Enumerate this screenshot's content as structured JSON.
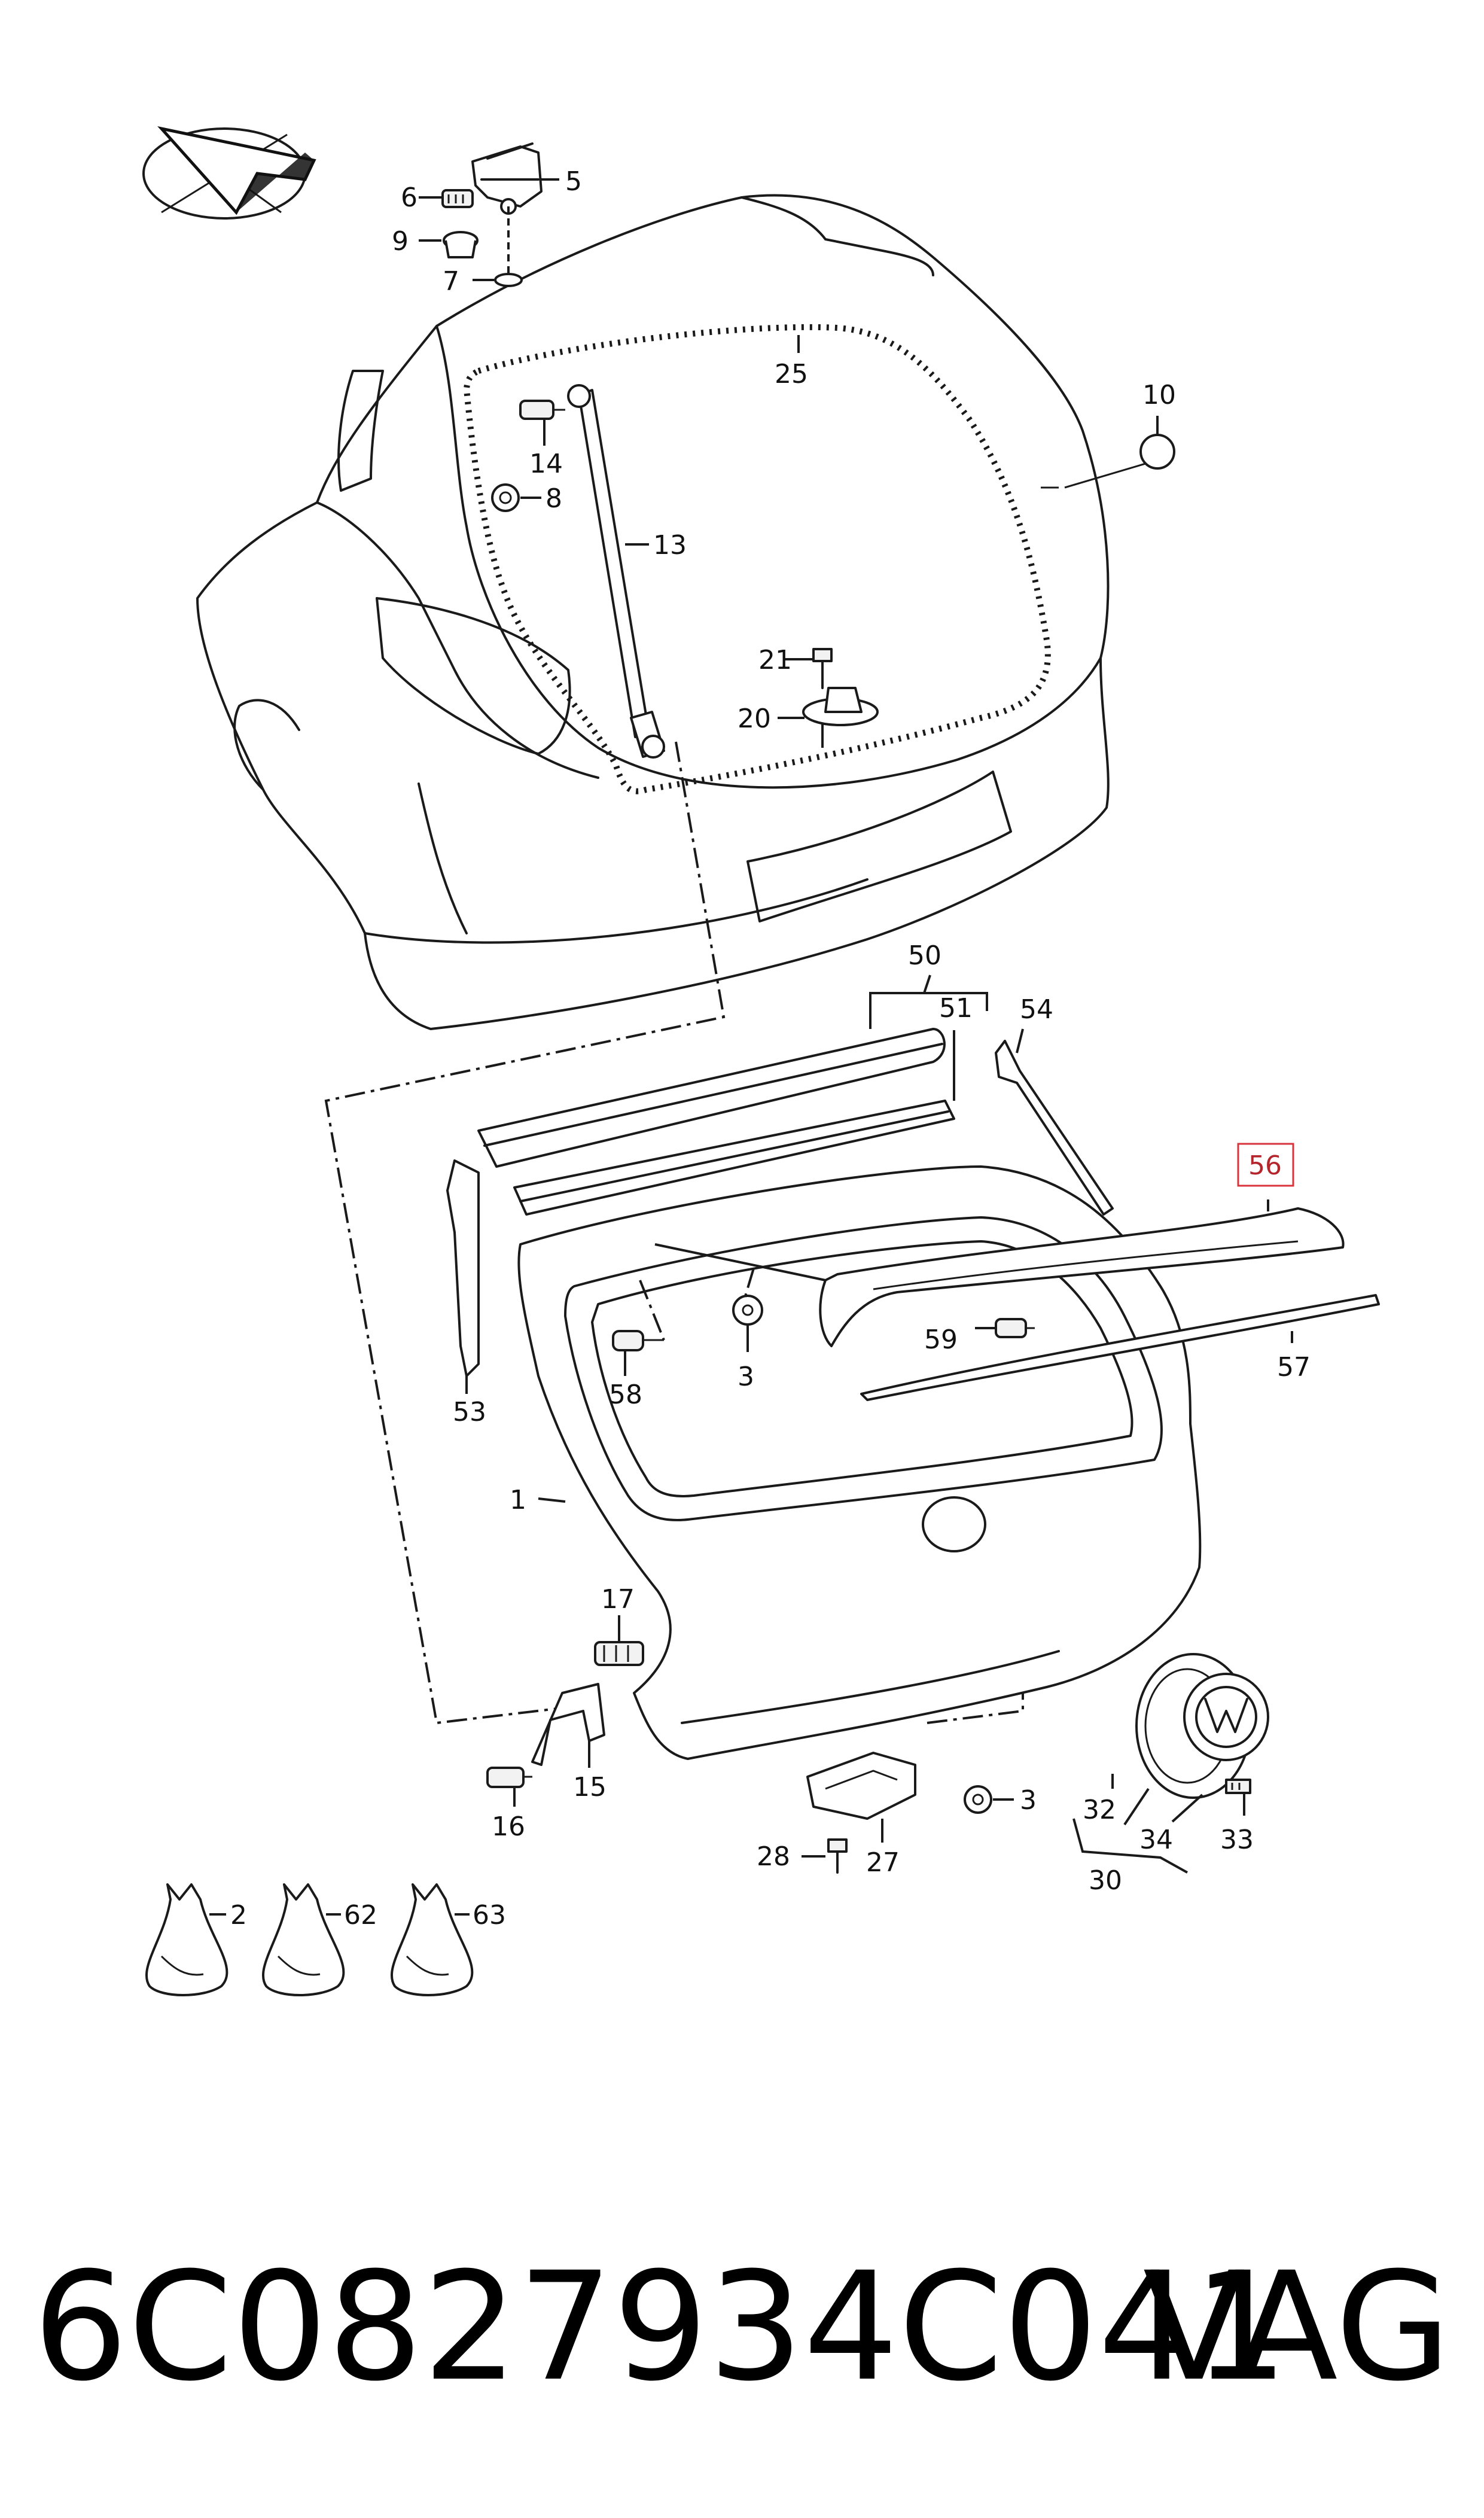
{
  "callouts": {
    "c1": "1",
    "c2": "2",
    "c3a": "3",
    "c3b": "3",
    "c5": "5",
    "c6": "6",
    "c7": "7",
    "c8": "8",
    "c9": "9",
    "c10": "10",
    "c13": "13",
    "c14": "14",
    "c15": "15",
    "c16": "16",
    "c17": "17",
    "c20": "20",
    "c21": "21",
    "c25": "25",
    "c27": "27",
    "c28": "28",
    "c30": "30",
    "c32": "32",
    "c33": "33",
    "c34": "34",
    "c50": "50",
    "c51": "51",
    "c53": "53",
    "c54": "54",
    "c56": "56",
    "c57": "57",
    "c58": "58",
    "c59": "59",
    "c62": "62",
    "c63": "63"
  },
  "highlighted_callout": "56",
  "footer": {
    "part_number": "6C0827934C041",
    "brand": "VAG"
  },
  "colors": {
    "line": "#1a1a1a",
    "highlight": "#d9343b"
  }
}
